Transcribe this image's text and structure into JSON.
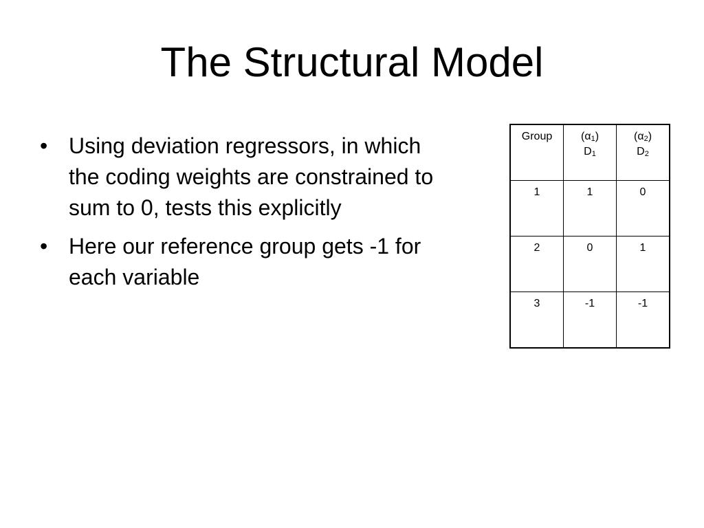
{
  "slide": {
    "title": "The Structural Model",
    "bullet_glyph": "•",
    "bullets": [
      "Using deviation regressors, in which the coding weights are constrained to sum to 0, tests this explicitly",
      "Here our reference group gets -1 for each variable"
    ]
  },
  "table": {
    "header": {
      "group": "Group",
      "col1": {
        "param_open": "(α",
        "param_sub": "1",
        "param_close": ")",
        "var": "D",
        "var_sub": "1"
      },
      "col2": {
        "param_open": "(α",
        "param_sub": "2",
        "param_close": ")",
        "var": "D",
        "var_sub": "2"
      }
    },
    "rows": [
      [
        "1",
        "1",
        "0"
      ],
      [
        "2",
        "0",
        "1"
      ],
      [
        "3",
        "-1",
        "-1"
      ]
    ]
  }
}
